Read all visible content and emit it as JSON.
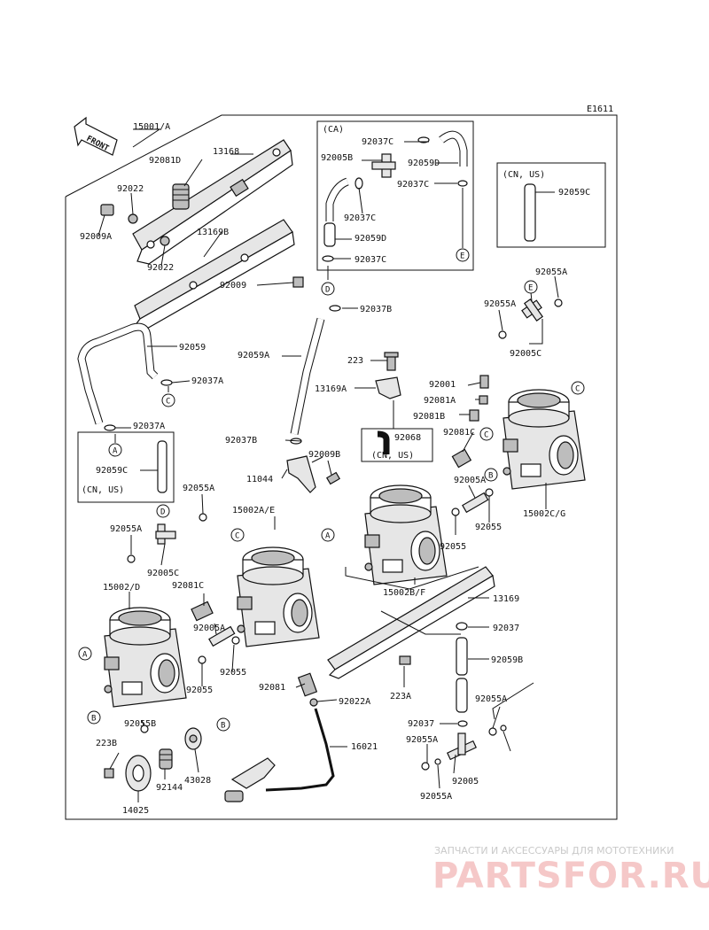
{
  "diagram_code": "E1611",
  "front_label": "FRONT",
  "watermark": {
    "line1": "ЗАПЧАСТИ И АКСЕССУАРЫ ДЛЯ МОТОТЕХНИКИ",
    "line2": "PARTSFOR.RU"
  },
  "inset_labels": {
    "ca": "(CA)",
    "cn_us": "(CN, US)"
  },
  "refs": [
    "A",
    "B",
    "C",
    "D",
    "E"
  ],
  "parts": {
    "p15001": "15001/A",
    "p92081d": "92081D",
    "p13168": "13168",
    "p92022a": "92022",
    "p92009a": "92009A",
    "p92022b": "92022",
    "p13169b": "13169B",
    "p92009": "92009",
    "p92059": "92059",
    "p92037a1": "92037A",
    "p92037a2": "92037A",
    "p92059c1": "92059C",
    "cnus1": "(CN, US)",
    "p92059a": "92059A",
    "p92037b1": "92037B",
    "p92037b2": "92037B",
    "p92037c1": "92037C",
    "p92005b": "92005B",
    "p92059d1": "92059D",
    "p92037c2": "92037C",
    "p92037c3": "92037C",
    "p92059d2": "92059D",
    "p92037c4": "92037C",
    "p92059c2": "92059C",
    "cnus2": "(CN, US)",
    "p92055a1": "92055A",
    "p92055a2": "92055A",
    "p92005c1": "92005C",
    "p223": "223",
    "p13169a": "13169A",
    "p92001": "92001",
    "p92081a": "92081A",
    "p92081b": "92081B",
    "p92068": "92068",
    "cnus3": "(CN, US)",
    "p92081c1": "92081C",
    "p92009b": "92009B",
    "p11044": "11044",
    "p92055a3": "92055A",
    "p15002ae": "15002A/E",
    "p92005a1": "92005A",
    "p92055_1": "92055",
    "p92055_2": "92055",
    "p15002cg": "15002C/G",
    "p92055a4": "92055A",
    "p92005c2": "92005C",
    "p15002d": "15002/D",
    "p92081c2": "92081C",
    "p15002bf": "15002B/F",
    "p13169": "13169",
    "p92005a2": "92005A",
    "p92055_3": "92055",
    "p92055_4": "92055",
    "p92037": "92037",
    "p92059b": "92059B",
    "p92081": "92081",
    "p92022a2": "92022A",
    "p223a": "223A",
    "p92055b": "92055B",
    "p223b": "223B",
    "p16021": "16021",
    "p92037b": "92037",
    "p92055a5": "92055A",
    "p92055a6": "92055A",
    "p92005": "92005",
    "p92055a7": "92055A",
    "p43028": "43028",
    "p92144": "92144",
    "p14025": "14025"
  }
}
